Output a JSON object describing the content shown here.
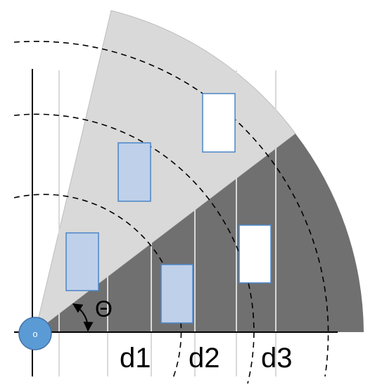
{
  "labels": {
    "origin": "o",
    "angle": "Θ",
    "d1": "d1",
    "d2": "d2",
    "d3": "d3"
  },
  "colors": {
    "light_sector": "#d9d9d9",
    "dark_sector": "#707070",
    "block_fill": "#bfd0ea",
    "block_stroke": "#4a86c8",
    "origin_fill": "#5b9bd5",
    "axis": "#000000",
    "guide_line": "#d0d0d0"
  }
}
